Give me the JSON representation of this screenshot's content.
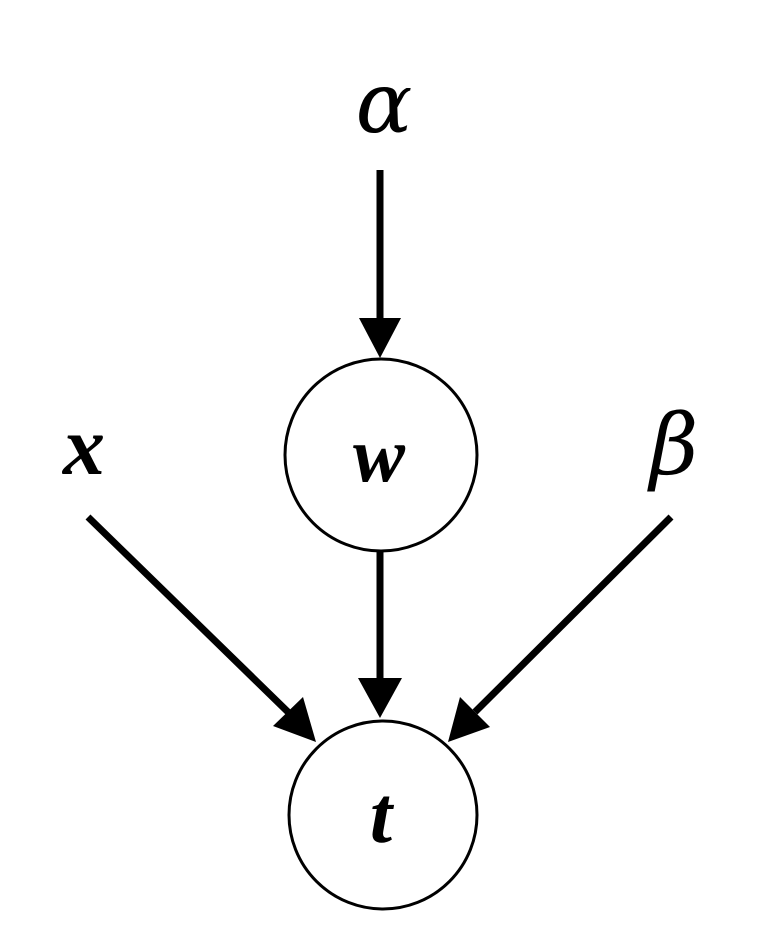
{
  "diagram": {
    "type": "directed-graphical-model",
    "nodes": {
      "alpha": {
        "label": "α",
        "kind": "hyperparameter",
        "circled": false
      },
      "x": {
        "label": "x",
        "kind": "input",
        "circled": false
      },
      "w": {
        "label": "w",
        "kind": "random-variable",
        "circled": true
      },
      "beta": {
        "label": "β",
        "kind": "hyperparameter",
        "circled": false
      },
      "t": {
        "label": "t",
        "kind": "random-variable",
        "circled": true
      }
    },
    "edges": [
      {
        "from": "α",
        "to": "w"
      },
      {
        "from": "x",
        "to": "t"
      },
      {
        "from": "w",
        "to": "t"
      },
      {
        "from": "β",
        "to": "t"
      }
    ]
  }
}
